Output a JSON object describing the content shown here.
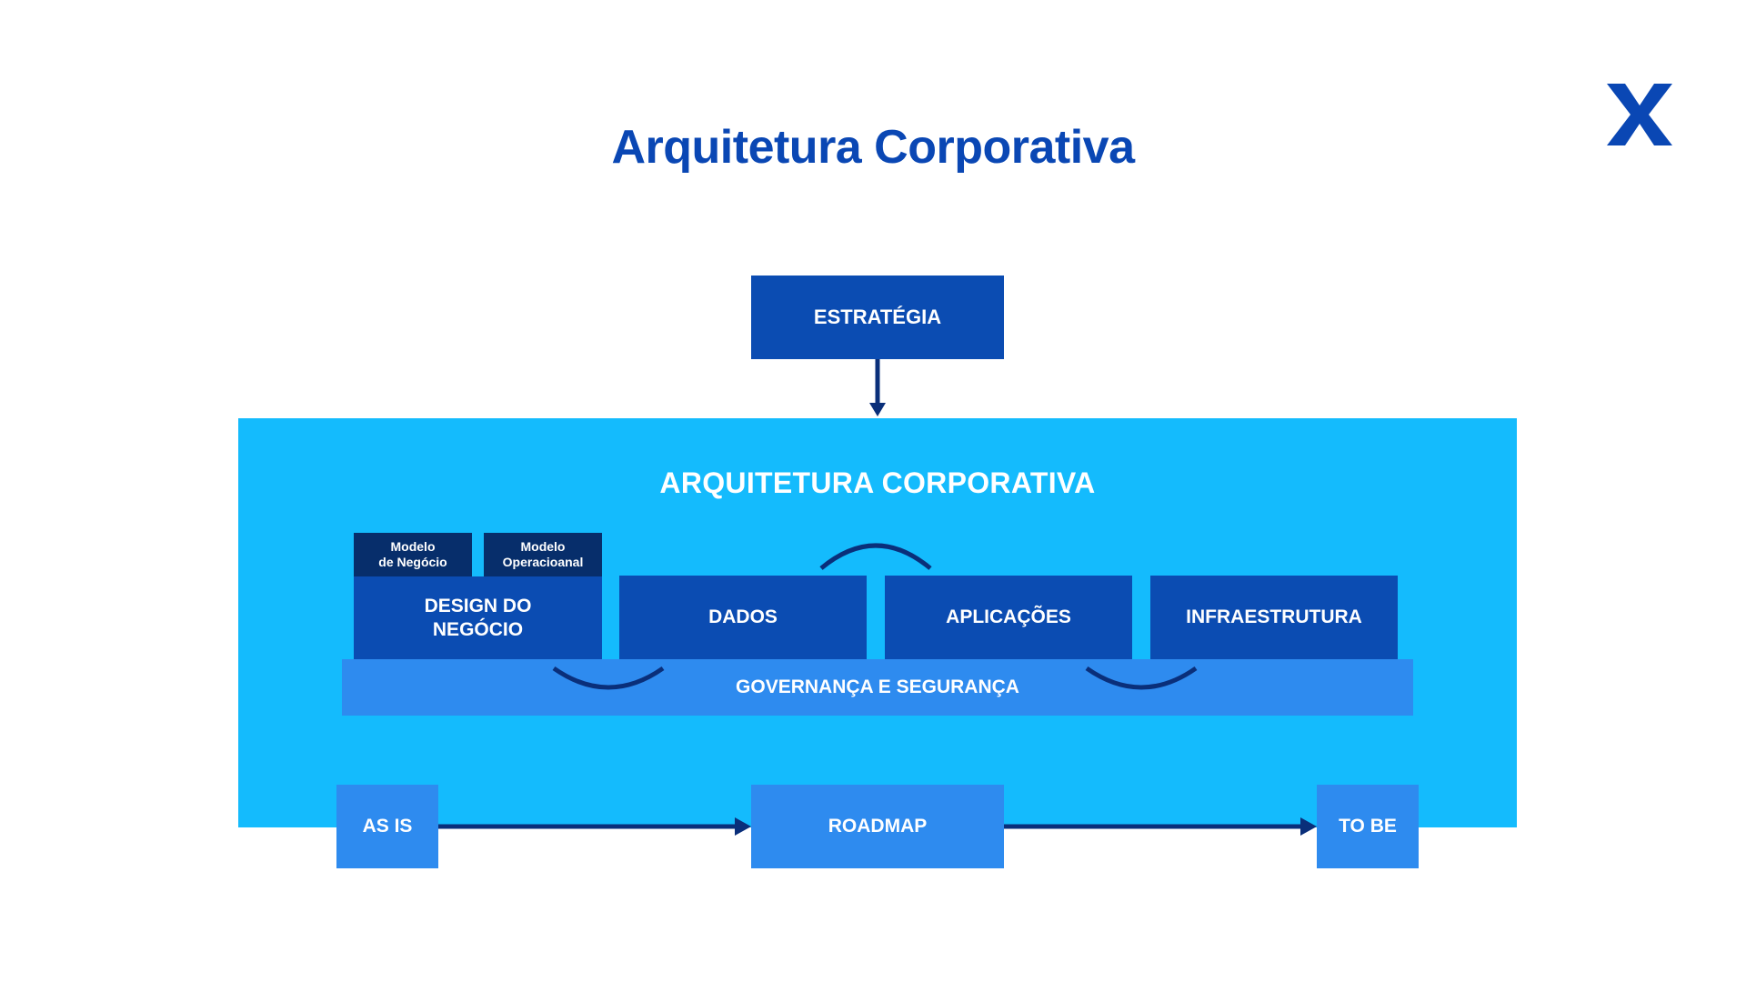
{
  "title": "Arquitetura Corporativa",
  "logo": {
    "icon": "x-logo-icon"
  },
  "strategy": "ESTRATÉGIA",
  "architecture": {
    "title": "ARQUITETURA CORPORATIVA",
    "sub_models": [
      {
        "line1": "Modelo",
        "line2": "de Negócio"
      },
      {
        "line1": "Modelo",
        "line2": "Operacioanal"
      }
    ],
    "pillars": [
      {
        "line1": "DESIGN DO",
        "line2": "NEGÓCIO"
      },
      {
        "line1": "DADOS"
      },
      {
        "line1": "APLICAÇÕES"
      },
      {
        "line1": "INFRAESTRUTURA"
      }
    ],
    "governance": "GOVERNANÇA E SEGURANÇA"
  },
  "flow": {
    "start": "AS IS",
    "middle": "ROADMAP",
    "end": "TO BE"
  },
  "colors": {
    "title": "#0a47b4",
    "dark_box": "#0b4cb2",
    "navy_box": "#072e6b",
    "panel": "#14bbfd",
    "light_box": "#2e8bef",
    "connector": "#0a2f7a"
  }
}
